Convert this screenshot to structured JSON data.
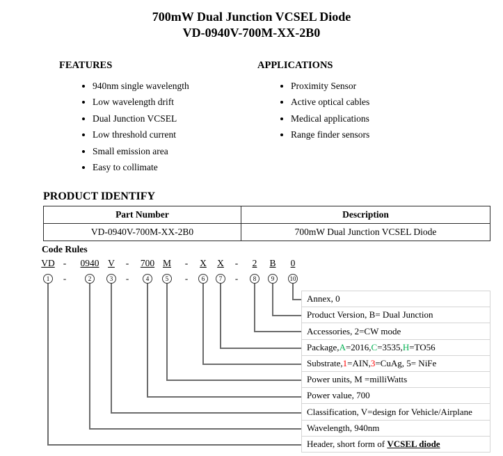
{
  "title": {
    "line1": "700mW Dual Junction VCSEL Diode",
    "line2": "VD-0940V-700M-XX-2B0"
  },
  "features": {
    "heading": "FEATURES",
    "items": [
      "940nm single wavelength",
      "Low wavelength drift",
      "Dual Junction VCSEL",
      "Low threshold current",
      "Small emission area",
      "Easy to collimate"
    ]
  },
  "applications": {
    "heading": "APPLICATIONS",
    "items": [
      "Proximity Sensor",
      "Active optical cables",
      "Medical applications",
      "Range finder sensors"
    ]
  },
  "product_identify": {
    "heading": "PRODUCT IDENTIFY",
    "table": {
      "headers": [
        "Part Number",
        "Description"
      ],
      "rows": [
        [
          "VD-0940V-700M-XX-2B0",
          "700mW Dual Junction VCSEL Diode"
        ]
      ]
    }
  },
  "code_rules": {
    "heading": "Code Rules",
    "separator": "-",
    "segments": [
      "VD",
      "0940",
      "V",
      "700",
      "M",
      "X",
      "X",
      "2",
      "B",
      "0"
    ],
    "circles": [
      "1",
      "2",
      "3",
      "4",
      "5",
      "6",
      "7",
      "8",
      "9",
      "10"
    ],
    "labels": [
      {
        "parts": [
          {
            "t": "Annex, 0"
          }
        ]
      },
      {
        "parts": [
          {
            "t": "Product Version, B= Dual Junction"
          }
        ]
      },
      {
        "parts": [
          {
            "t": "Accessories, 2=CW mode"
          }
        ]
      },
      {
        "parts": [
          {
            "t": "Package, "
          },
          {
            "t": "A",
            "color": "green"
          },
          {
            "t": "=2016, "
          },
          {
            "t": "C",
            "color": "green"
          },
          {
            "t": "=3535, "
          },
          {
            "t": "H",
            "color": "green"
          },
          {
            "t": "=TO56"
          }
        ]
      },
      {
        "parts": [
          {
            "t": "Substrate, "
          },
          {
            "t": "1",
            "color": "red"
          },
          {
            "t": "=AIN, "
          },
          {
            "t": "3",
            "color": "red"
          },
          {
            "t": "=CuAg, 5= NiFe"
          }
        ]
      },
      {
        "parts": [
          {
            "t": "Power units, M =milliWatts"
          }
        ]
      },
      {
        "parts": [
          {
            "t": "Power value, 700"
          }
        ]
      },
      {
        "parts": [
          {
            "t": "Classification, V=design for Vehicle/Airplane"
          }
        ]
      },
      {
        "parts": [
          {
            "t": "Wavelength, 940nm"
          }
        ]
      },
      {
        "parts": [
          {
            "t": "Header, short form of "
          },
          {
            "t": "VCSEL diode",
            "style": "bold-underline"
          }
        ]
      }
    ]
  },
  "colors": {
    "green": "#00B050",
    "red": "#FF0000",
    "line_gray": "#6b6b6b",
    "box_border": "#d4d4d4"
  }
}
